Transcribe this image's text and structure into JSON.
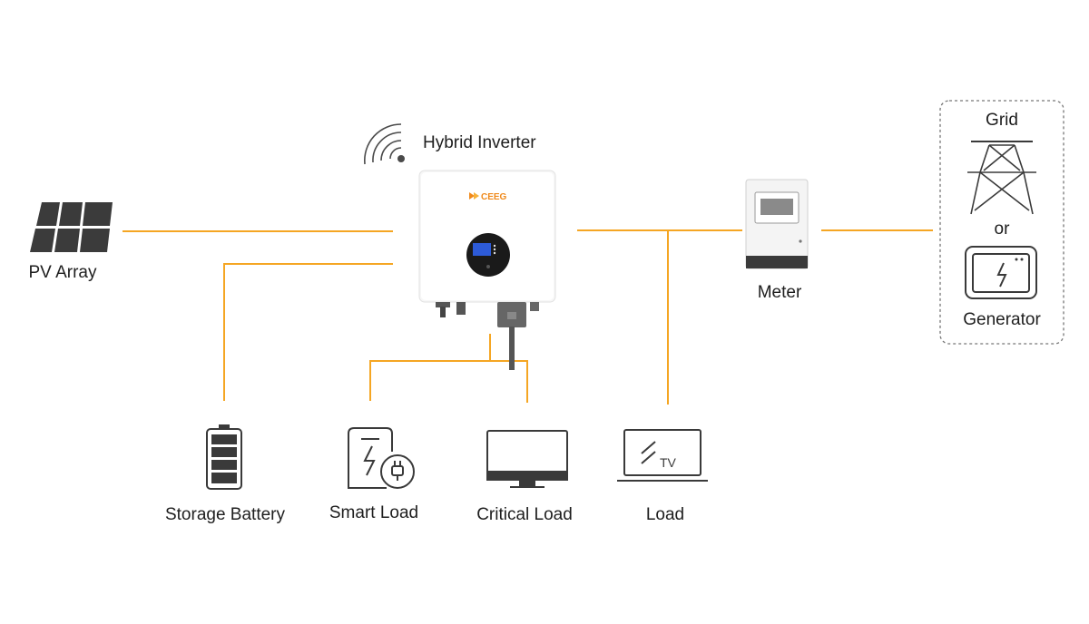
{
  "components": {
    "pv_array": {
      "label": "PV Array"
    },
    "inverter": {
      "label": "Hybrid Inverter",
      "brand": "CEEG"
    },
    "meter": {
      "label": "Meter"
    },
    "grid": {
      "label": "Grid"
    },
    "or": {
      "label": "or"
    },
    "generator": {
      "label": "Generator"
    },
    "storage_battery": {
      "label": "Storage Battery"
    },
    "smart_load": {
      "label": "Smart Load"
    },
    "critical_load": {
      "label": "Critical Load"
    },
    "load": {
      "label": "Load",
      "tv_text": "TV"
    }
  },
  "colors": {
    "connection_line": "#f5a623",
    "icon_stroke": "#3a3a3a",
    "brand_accent": "#f08a1c"
  },
  "icons": [
    "wifi-icon",
    "solar-panel-icon",
    "inverter-icon",
    "meter-icon",
    "transmission-tower-icon",
    "generator-icon",
    "battery-icon",
    "smart-plug-icon",
    "monitor-icon",
    "tv-icon"
  ]
}
